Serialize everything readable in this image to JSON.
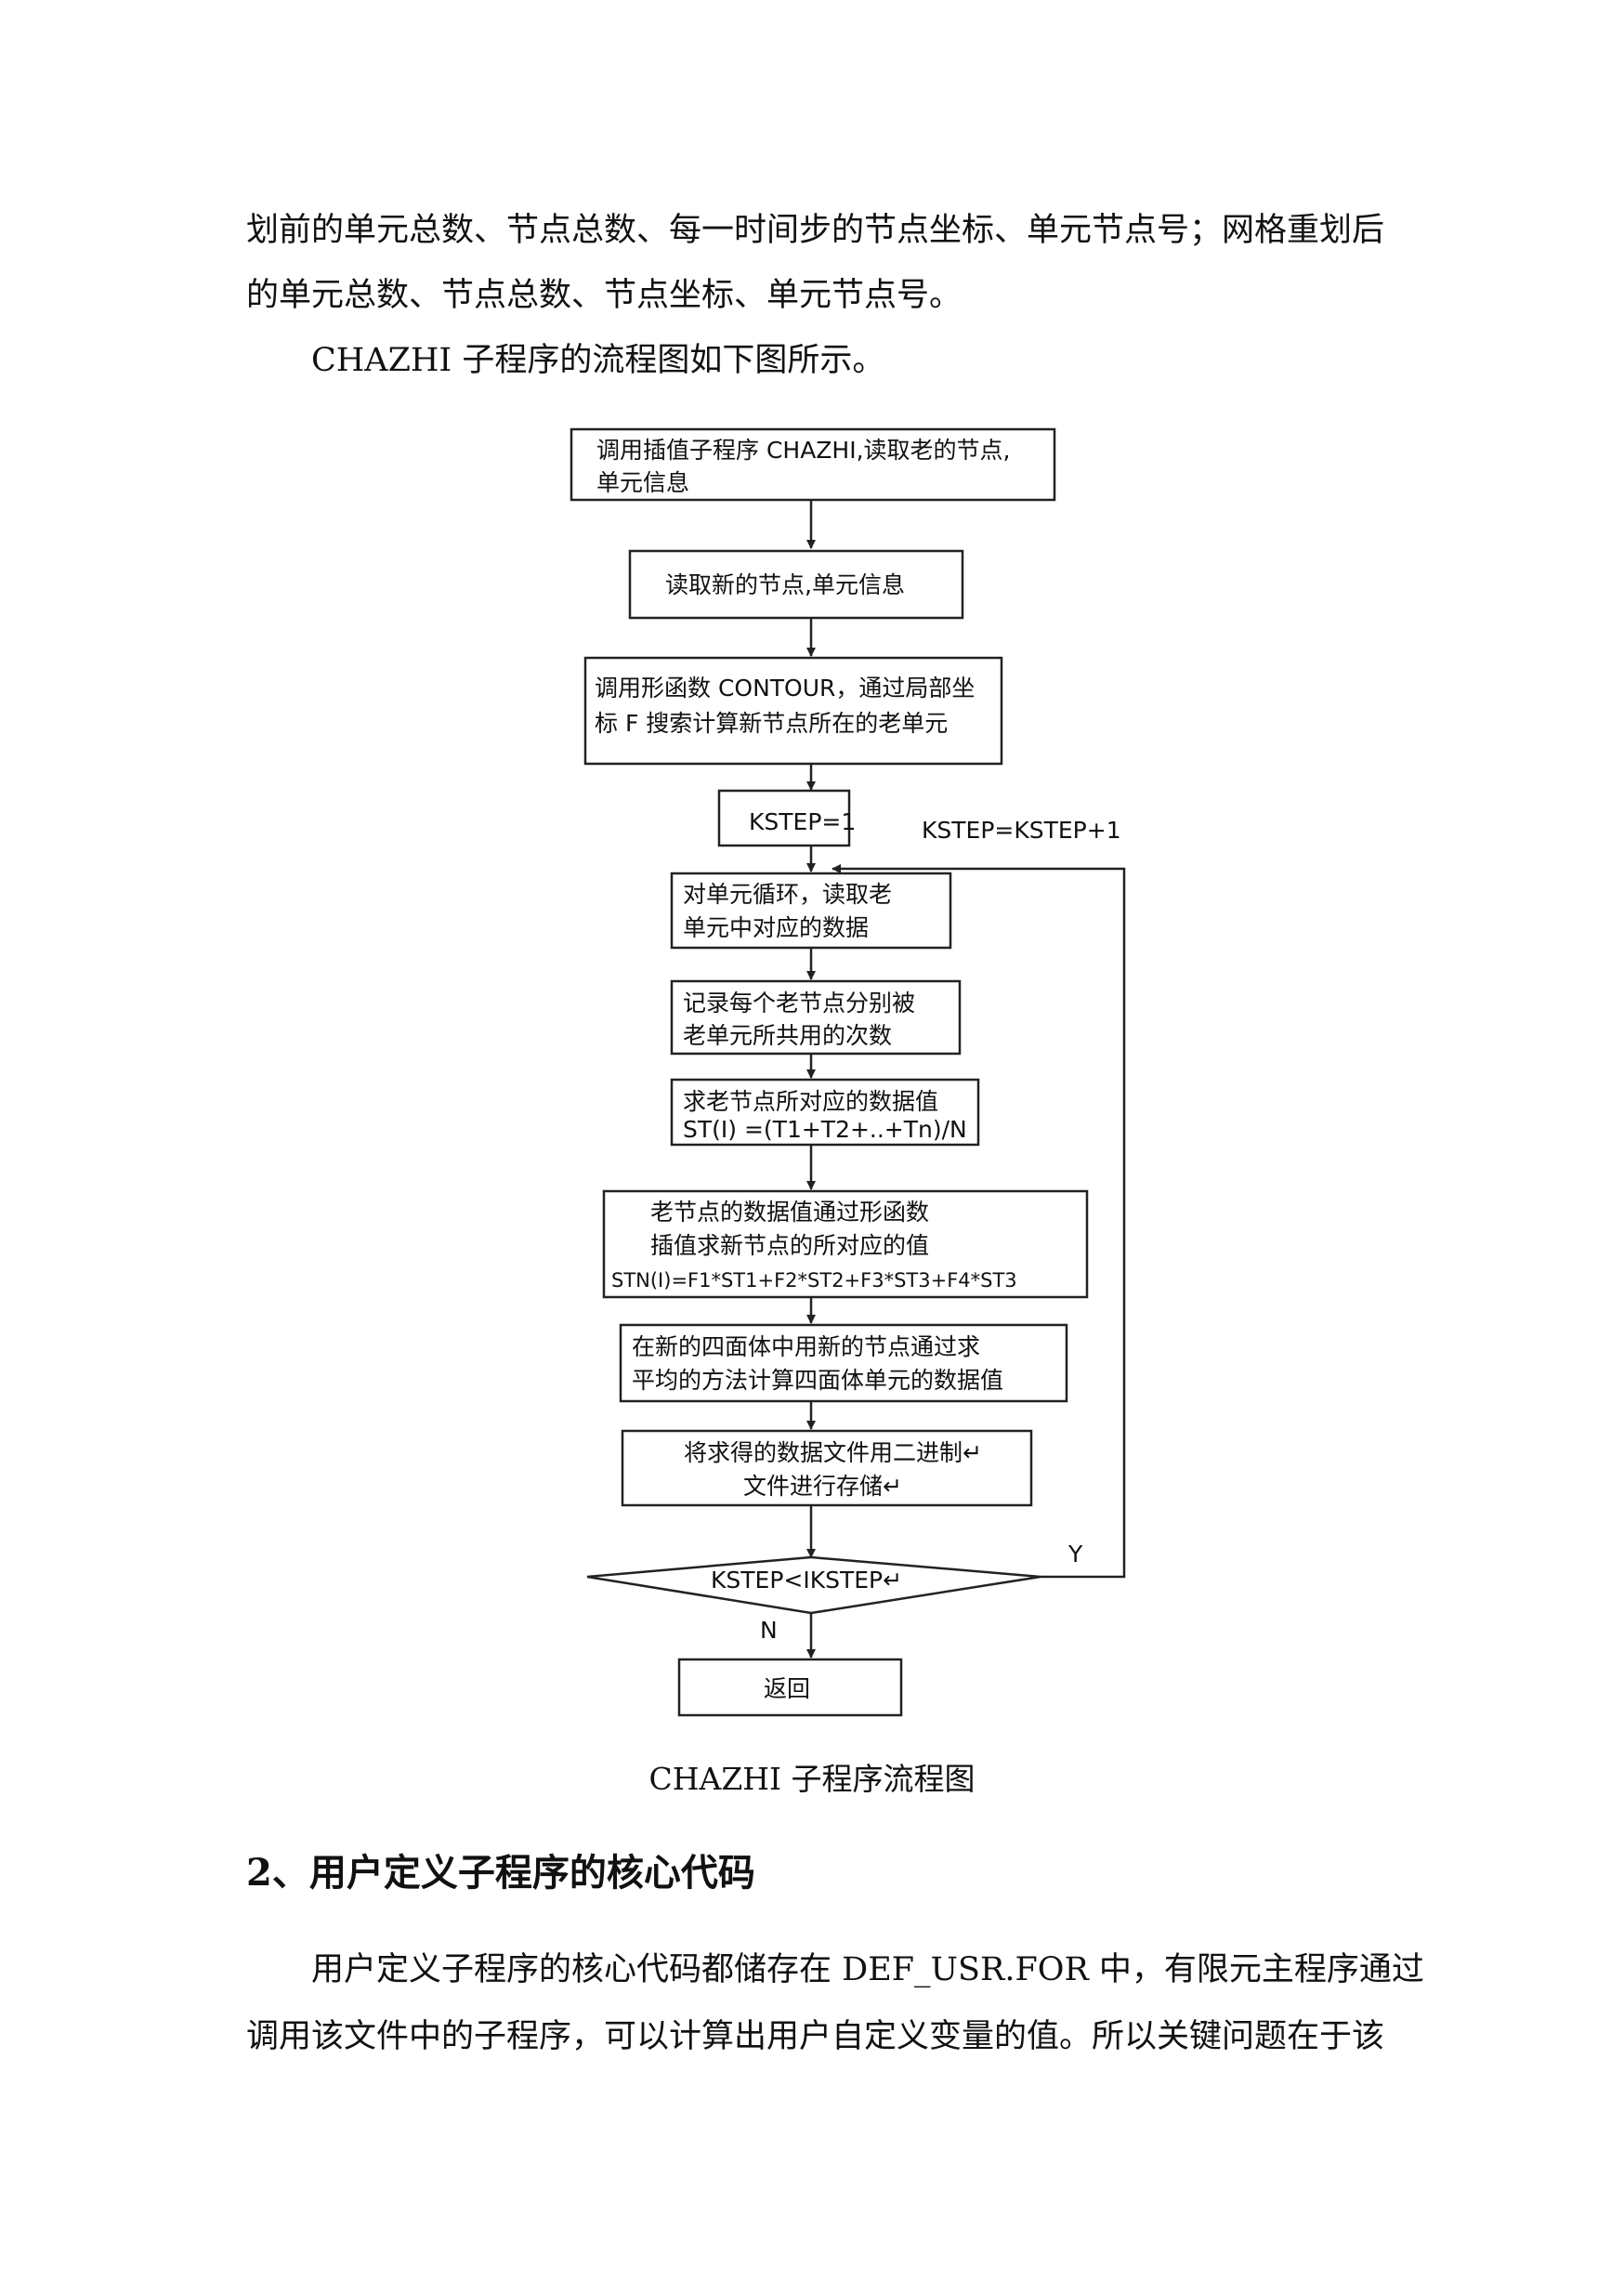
{
  "paragraphs": {
    "line1": "划前的单元总数、节点总数、每一时间步的节点坐标、单元节点号；网格重划后",
    "line2": "的单元总数、节点总数、节点坐标、单元节点号。",
    "line3": "CHAZHI 子程序的流程图如下图所示。"
  },
  "flowchart": {
    "step1": [
      "调用插值子程序 CHAZHI,读取老的节点,",
      "单元信息"
    ],
    "step2": "读取新的节点,单元信息",
    "step3": [
      "调用形函数 CONTOUR，通过局部坐",
      "标 F 搜索计算新节点所在的老单元"
    ],
    "init": "KSTEP=1",
    "increment": "KSTEP=KSTEP+1",
    "step4": [
      "对单元循环，读取老",
      "单元中对应的数据"
    ],
    "step5": [
      "记录每个老节点分别被",
      "老单元所共用的次数"
    ],
    "step6": [
      "求老节点所对应的数据值",
      "ST(I) =(T1+T2+..+Tn)/N"
    ],
    "step7": [
      "老节点的数据值通过形函数",
      "插值求新节点的所对应的值",
      "STN(I)=F1*ST1+F2*ST2+F3*ST3+F4*ST3"
    ],
    "step8": [
      "在新的四面体中用新的节点通过求",
      "平均的方法计算四面体单元的数据值"
    ],
    "step9": [
      "将求得的数据文件用二进制↵",
      "文件进行存储↵"
    ],
    "decision": "KSTEP<IKSTEP↵",
    "yes_label": "Y",
    "no_label": "N",
    "end": "返回"
  },
  "caption": "CHAZHI 子程序流程图",
  "section": {
    "heading": "2、用户定义子程序的核心代码",
    "line1": "用户定义子程序的核心代码都储存在 DEF_USR.FOR 中，有限元主程序通过",
    "line2": "调用该文件中的子程序，可以计算出用户自定义变量的值。所以关键问题在于该"
  }
}
